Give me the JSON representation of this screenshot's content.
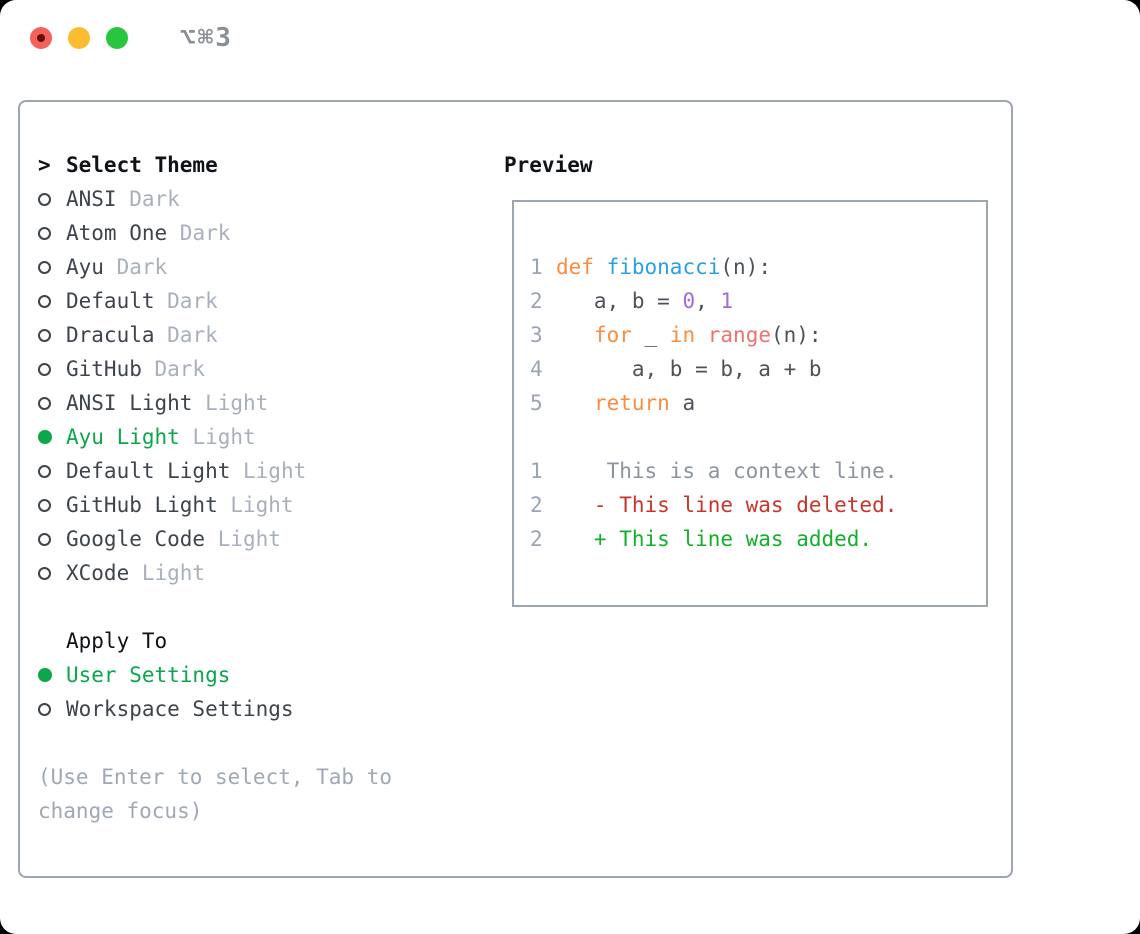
{
  "window": {
    "title": "⌥⌘3"
  },
  "traffic_lights": [
    {
      "name": "close",
      "color": "#F4605A"
    },
    {
      "name": "minimize",
      "color": "#FCBC2F"
    },
    {
      "name": "zoom",
      "color": "#2AC53F"
    }
  ],
  "left": {
    "header": {
      "prompt": ">",
      "label": "Select Theme"
    },
    "themes": [
      {
        "name": "ANSI",
        "variant": "Dark",
        "selected": false
      },
      {
        "name": "Atom One",
        "variant": "Dark",
        "selected": false
      },
      {
        "name": "Ayu",
        "variant": "Dark",
        "selected": false
      },
      {
        "name": "Default",
        "variant": "Dark",
        "selected": false
      },
      {
        "name": "Dracula",
        "variant": "Dark",
        "selected": false
      },
      {
        "name": "GitHub",
        "variant": "Dark",
        "selected": false
      },
      {
        "name": "ANSI Light",
        "variant": "Light",
        "selected": false
      },
      {
        "name": "Ayu Light",
        "variant": "Light",
        "selected": true
      },
      {
        "name": "Default Light",
        "variant": "Light",
        "selected": false
      },
      {
        "name": "GitHub Light",
        "variant": "Light",
        "selected": false
      },
      {
        "name": "Google Code",
        "variant": "Light",
        "selected": false
      },
      {
        "name": "XCode",
        "variant": "Light",
        "selected": false
      }
    ],
    "apply_header": "Apply To",
    "apply_options": [
      {
        "label": "User Settings",
        "selected": true
      },
      {
        "label": "Workspace Settings",
        "selected": false
      }
    ],
    "help": "(Use Enter to select, Tab to\nchange focus)"
  },
  "preview": {
    "heading": "Preview",
    "code_lines": [
      {
        "num": "1",
        "tokens": [
          {
            "t": "def",
            "c": "keyword"
          },
          {
            "t": " ",
            "c": "fg"
          },
          {
            "t": "fibonacci",
            "c": "function"
          },
          {
            "t": "(n):",
            "c": "fg"
          }
        ]
      },
      {
        "num": "2",
        "tokens": [
          {
            "t": "   a, b = ",
            "c": "fg"
          },
          {
            "t": "0",
            "c": "number"
          },
          {
            "t": ", ",
            "c": "fg"
          },
          {
            "t": "1",
            "c": "number"
          }
        ]
      },
      {
        "num": "3",
        "tokens": [
          {
            "t": "   ",
            "c": "fg"
          },
          {
            "t": "for",
            "c": "keyword"
          },
          {
            "t": " _ ",
            "c": "fg"
          },
          {
            "t": "in",
            "c": "keyword"
          },
          {
            "t": " ",
            "c": "fg"
          },
          {
            "t": "range",
            "c": "builtin"
          },
          {
            "t": "(n):",
            "c": "fg"
          }
        ]
      },
      {
        "num": "4",
        "tokens": [
          {
            "t": "      a, b = b, a + b",
            "c": "fg"
          }
        ]
      },
      {
        "num": "5",
        "tokens": [
          {
            "t": "   ",
            "c": "fg"
          },
          {
            "t": "return",
            "c": "keyword"
          },
          {
            "t": " a",
            "c": "fg"
          }
        ]
      }
    ],
    "diff_lines": [
      {
        "num": "1",
        "kind": "context",
        "text": "    This is a context line."
      },
      {
        "num": "2",
        "kind": "deleted",
        "text": "   - This line was deleted."
      },
      {
        "num": "2",
        "kind": "added",
        "text": "   + This line was added."
      }
    ]
  },
  "colors": {
    "accent_green": "#0CA64B",
    "panel_border": "#9CA5B0",
    "list_text": "#3E444C",
    "variant_text": "#A8B0BC",
    "header_text": "#0F1216",
    "help_text": "#9FA8B5",
    "title_text": "#8A8F96",
    "traffic_red": "#F4605A",
    "traffic_red_dot": "#650D07",
    "traffic_yellow": "#FCBC2F",
    "traffic_green": "#2AC53F",
    "syntax": {
      "keyword": "#FA8D3E",
      "function": "#2B9FE5",
      "number": "#A06BD8",
      "builtin": "#F07171",
      "foreground": "#4C525A",
      "line_number": "#9AA4B2"
    },
    "diff": {
      "context": "#8C949E",
      "deleted": "#C9352A",
      "added": "#12B12A"
    }
  }
}
